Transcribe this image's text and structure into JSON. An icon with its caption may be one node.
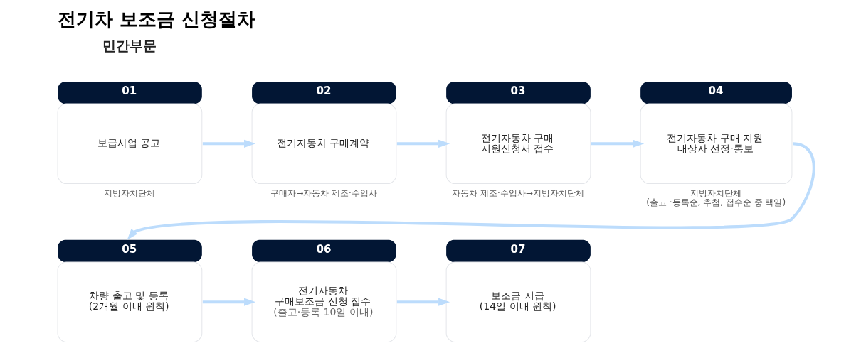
{
  "diagram": {
    "title": "전기차 보조금 신청절차",
    "nodes": [
      {
        "text": [
          "01",
          "보급사업 공고"
        ],
        "beside": [
          "지방자치단체"
        ]
      },
      {
        "text": [
          "02",
          "전기자동차 구매계약"
        ],
        "beside": [
          "구매자→자동차 제조·수입사"
        ]
      },
      {
        "text": [
          "03",
          "전기자동차 구매 지원신청서 접수"
        ],
        "beside": [
          "자동차 제조·수입사→지방자치단체"
        ]
      },
      {
        "text": [
          "04",
          "전기자동차 구매 지원 대상자 선정·통보"
        ],
        "beside": [
          "지방자치단체",
          "(출고 ·등록순, 추첨, 접수순 중 택일)"
        ]
      },
      {
        "text": [
          "05",
          "차량 출고 및 등록 (2개월 이내 원칙)"
        ]
      },
      {
        "text": [
          "06",
          "전기자동차 구매보조금 신청 접수",
          "(출고·등록 10일 이내)"
        ]
      },
      {
        "text": [
          "07",
          "보조금 지급 (14일 이내 원칙)"
        ]
      }
    ],
    "edges": [
      {
        "from": 0,
        "to": 1,
        "arrow": "to"
      },
      {
        "from": 1,
        "to": 2,
        "arrow": "to"
      },
      {
        "from": 2,
        "to": 3,
        "arrow": "to"
      },
      {
        "from": 3,
        "to": 4,
        "arrow": "to"
      },
      {
        "from": 4,
        "to": 5,
        "arrow": "to"
      },
      {
        "from": 5,
        "to": 6,
        "arrow": "to"
      }
    ],
    "labels": [
      "민간부문"
    ]
  }
}
